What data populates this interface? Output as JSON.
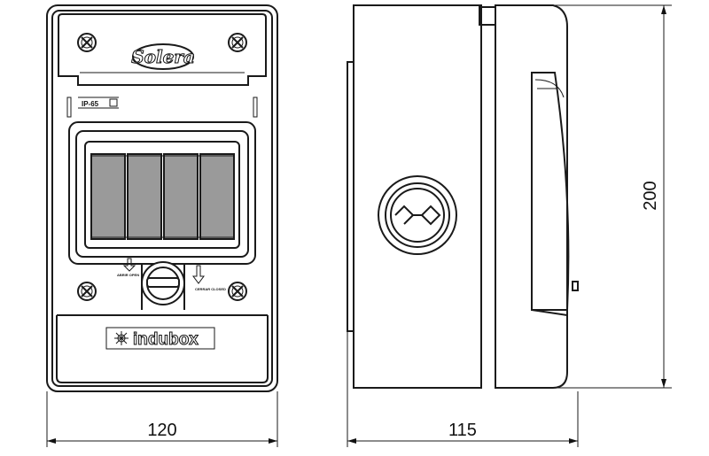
{
  "front_view": {
    "brand_top": "Solera",
    "ip_rating": "IP-65",
    "label_open": "ABRIR OPEN",
    "label_close": "CERRAR CLOSED",
    "brand_bottom": "indubox"
  },
  "dimensions": {
    "width": "120",
    "depth": "115",
    "height": "200"
  }
}
